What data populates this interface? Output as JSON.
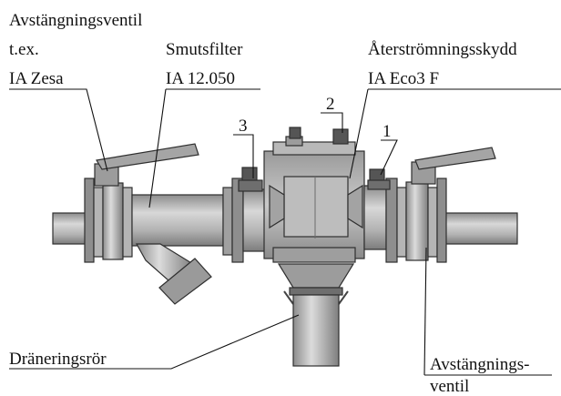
{
  "labels": {
    "shutoff_top_line1": "Avstängningsventil",
    "shutoff_top_line2": "t.ex.",
    "shutoff_top_line3": "IA Zesa",
    "dirt_filter_line1": "Smutsfilter",
    "dirt_filter_line2": "IA 12.050",
    "backflow_line1": "Återströmningsskydd",
    "backflow_line2": "IA Eco3 F",
    "drain_pipe": "Dräneringsrör",
    "shutoff_right_line1": "Avstängnings-",
    "shutoff_right_line2": "ventil"
  },
  "callout_numbers": {
    "one": "1",
    "two": "2",
    "three": "3"
  },
  "colors": {
    "metal_light": "#d0d0d0",
    "metal_mid": "#a9a9a9",
    "metal_dark": "#6e6e6e",
    "ink": "#111111"
  }
}
